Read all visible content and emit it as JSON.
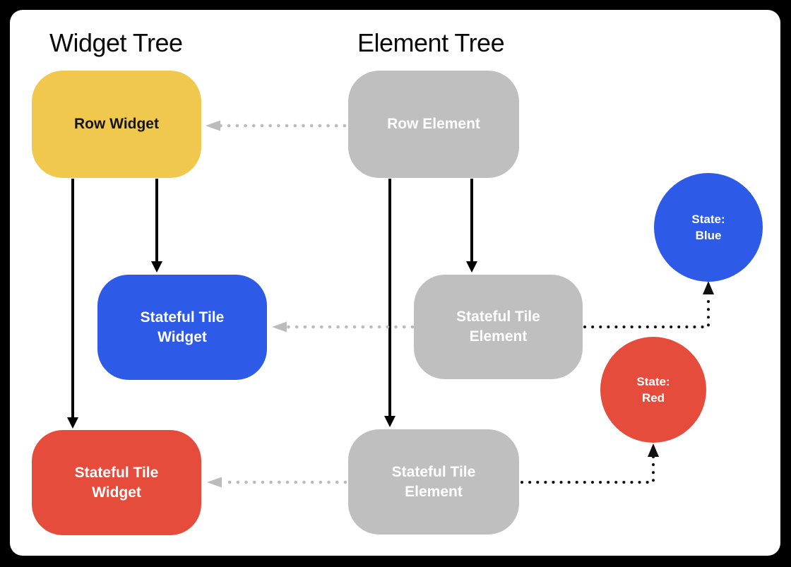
{
  "headings": {
    "widget_tree": "Widget Tree",
    "element_tree": "Element Tree"
  },
  "colors": {
    "background": "#000000",
    "canvas": "#FFFFFF",
    "widget_yellow": "#F0C84D",
    "widget_blue": "#2D5BE8",
    "widget_red": "#E64C3C",
    "element_gray": "#BFBFBF",
    "solid_arrow_black": "#000000",
    "reference_arrow_gray": "#BBBBBB",
    "state_arrow_black": "#111111"
  },
  "nodes": {
    "row_widget": {
      "label": "Row Widget"
    },
    "row_element": {
      "label": "Row Element"
    },
    "stateful_tile_widget_blue": {
      "label": "Stateful Tile Widget"
    },
    "stateful_tile_element_top": {
      "label": "Stateful Tile Element"
    },
    "stateful_tile_widget_red": {
      "label": "Stateful Tile Widget"
    },
    "stateful_tile_element_bottom": {
      "label": "Stateful Tile Element"
    },
    "state_blue": {
      "line1": "State:",
      "line2": "Blue"
    },
    "state_red": {
      "line1": "State:",
      "line2": "Red"
    }
  },
  "edges": [
    {
      "from": "row_widget",
      "to": "stateful_tile_widget_blue",
      "style": "solid-black"
    },
    {
      "from": "row_widget",
      "to": "stateful_tile_widget_red",
      "style": "solid-black"
    },
    {
      "from": "row_element",
      "to": "stateful_tile_element_top",
      "style": "solid-black"
    },
    {
      "from": "row_element",
      "to": "stateful_tile_element_bottom",
      "style": "solid-black"
    },
    {
      "from": "row_element",
      "to": "row_widget",
      "style": "dotted-gray"
    },
    {
      "from": "stateful_tile_element_top",
      "to": "stateful_tile_widget_blue",
      "style": "dotted-gray"
    },
    {
      "from": "stateful_tile_element_bottom",
      "to": "stateful_tile_widget_red",
      "style": "dotted-gray"
    },
    {
      "from": "stateful_tile_element_top",
      "to": "state_blue",
      "style": "dotted-black"
    },
    {
      "from": "stateful_tile_element_bottom",
      "to": "state_red",
      "style": "dotted-black"
    }
  ]
}
